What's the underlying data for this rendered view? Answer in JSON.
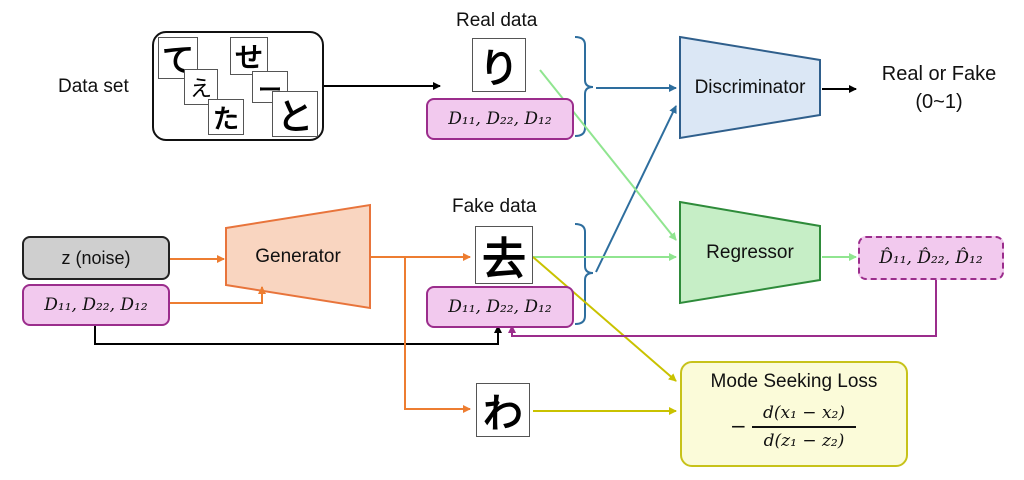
{
  "dataset": {
    "label": "Data set",
    "glyphs": [
      "て",
      "せ",
      "え",
      "た",
      "と",
      "ー"
    ]
  },
  "real": {
    "label": "Real data",
    "glyph": "り",
    "dvals": "D₁₁, D₂₂, D₁₂"
  },
  "fake": {
    "label": "Fake data",
    "glyph": "去",
    "dvals": "D₁₁, D₂₂, D₁₂",
    "glyph2": "わ"
  },
  "noise": {
    "label": "z (noise)"
  },
  "cond": {
    "dvals": "D₁₁, D₂₂, D₁₂"
  },
  "generator": {
    "label": "Generator"
  },
  "discriminator": {
    "label": "Discriminator"
  },
  "regressor": {
    "label": "Regressor"
  },
  "output": {
    "label_line1": "Real or Fake",
    "label_line2": "(0~1)"
  },
  "pred": {
    "dvals": "D̂₁₁, D̂₂₂, D̂₁₂"
  },
  "msl": {
    "title": "Mode Seeking Loss",
    "minus": "−",
    "numerator": "d(x₁ − x₂)",
    "denominator": "d(z₁ − z₂)"
  },
  "colors": {
    "generator_fill": "#f9d5c0",
    "generator_stroke": "#e8743b",
    "discriminator_fill": "#dbe7f5",
    "discriminator_stroke": "#2f5f8c",
    "regressor_fill": "#c6eec6",
    "regressor_stroke": "#2e8b3a",
    "orange_arrow": "#ed7d31",
    "blue_arrow": "#2e6e9e",
    "green_arrow": "#90e590",
    "yellow_arrow": "#c9c200",
    "purple_arrow": "#9b2d8c",
    "black_arrow": "#000000"
  }
}
